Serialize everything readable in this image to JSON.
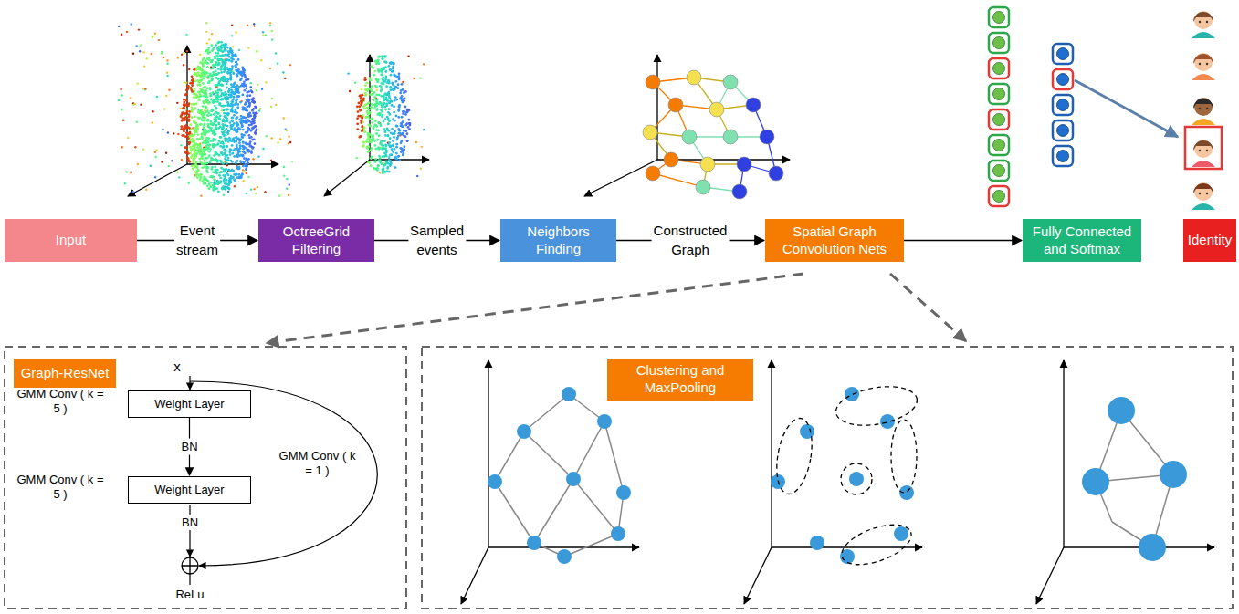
{
  "diagram": {
    "nodes": [
      {
        "text": [
          "Input"
        ]
      },
      {
        "text": [
          "OctreeGrid Filtering"
        ]
      },
      {
        "text": [
          "Neighbors Finding"
        ]
      },
      {
        "text": [
          "Spatial Graph Convolution Nets"
        ]
      },
      {
        "text": [
          "Fully Connected and Softmax"
        ]
      },
      {
        "text": [
          "Identity"
        ]
      },
      {
        "text": [
          "Graph-ResNet"
        ]
      },
      {
        "text": [
          "Weight Layer"
        ]
      },
      {
        "text": [
          "Weight Layer"
        ]
      },
      {
        "text": [
          "Clustering and MaxPooling"
        ]
      }
    ],
    "edges": [
      {
        "from": 0,
        "to": 1,
        "label": "Event stream",
        "arrow": "to"
      },
      {
        "from": 1,
        "to": 2,
        "label": "Sampled events",
        "arrow": "to"
      },
      {
        "from": 2,
        "to": 3,
        "label": "Constructed Graph",
        "arrow": "to"
      },
      {
        "from": 3,
        "to": 4,
        "arrow": "to"
      },
      {
        "from": 7,
        "to": 8,
        "label": "BN",
        "arrow": "to"
      }
    ],
    "labels": [
      "x",
      "GMM Conv ( k = 5 )",
      "GMM Conv ( k = 5 )",
      "BN",
      "GMM Conv ( k = 1 )",
      "ReLu"
    ]
  }
}
